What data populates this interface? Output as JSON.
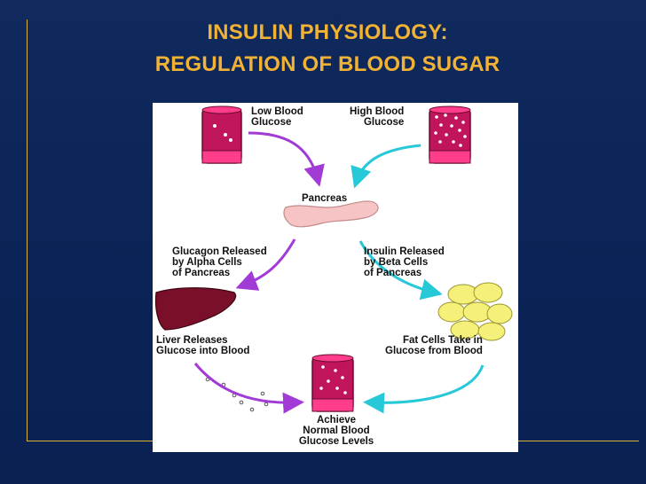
{
  "slide": {
    "title_line1": "INSULIN PHYSIOLOGY:",
    "title_line2": "REGULATION OF BLOOD SUGAR"
  },
  "diagram": {
    "low_glucose": "Low Blood\nGlucose",
    "high_glucose": "High Blood\nGlucose",
    "pancreas": "Pancreas",
    "glucagon": "Glucagon Released\nby Alpha Cells\nof Pancreas",
    "insulin": "Insulin Released\nby Beta Cells\nof Pancreas",
    "liver": "Liver Releases\nGlucose into Blood",
    "fat": "Fat Cells Take in\nGlucose from Blood",
    "achieve": "Achieve\nNormal Blood\nGlucose Levels"
  },
  "colors": {
    "background": "#0b2456",
    "title": "#f2b233",
    "rule": "#d9b23a",
    "tube": "#c0155a",
    "tube_cap": "#ff3d8a",
    "pancreas": "#f6c4c4",
    "liver": "#7a0f2a",
    "fat_cells": "#f5f07a",
    "purple_arrow": "#a23ad6",
    "cyan_arrow": "#27c9d8"
  }
}
